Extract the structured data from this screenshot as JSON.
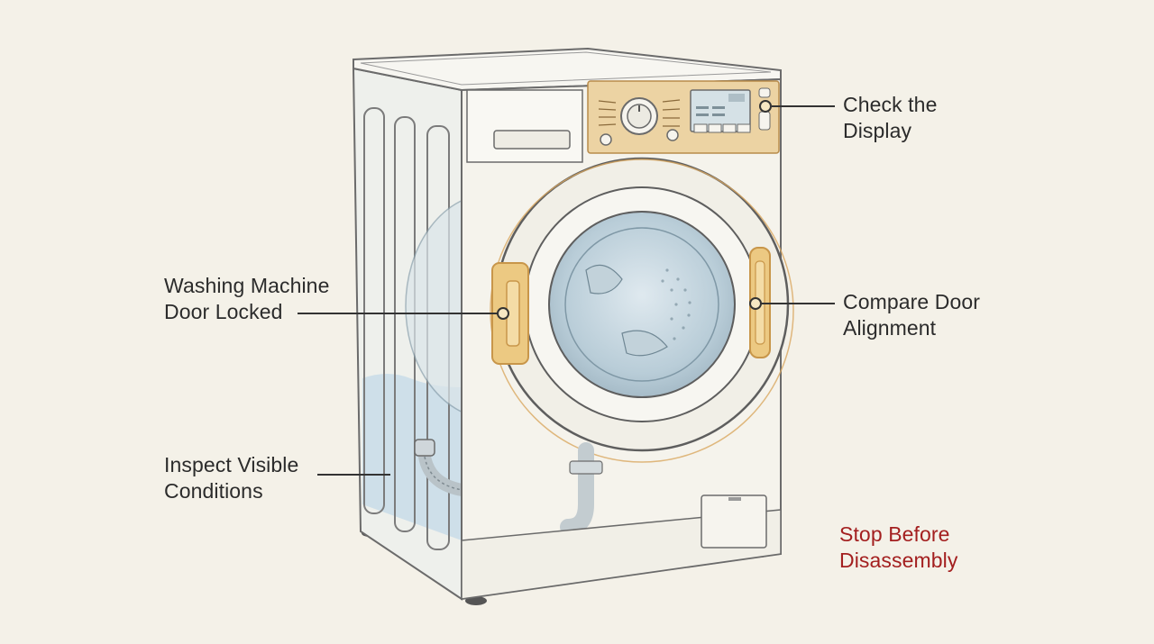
{
  "colors": {
    "background": "#f4f1e8",
    "outline": "#6b6b6b",
    "accent": "#e8c98a",
    "accent_stroke": "#c8964a",
    "water": "#c6dbe8",
    "warning": "#a31f1f",
    "label_text": "#2b2b2b"
  },
  "callouts": {
    "display": {
      "line1": "Check the",
      "line2": "Display"
    },
    "door_lock": {
      "line1": "Washing Machine",
      "line2": "Door Locked"
    },
    "alignment": {
      "line1": "Compare Door",
      "line2": "Alignment"
    },
    "inspect": {
      "line1": "Inspect Visible",
      "line2": "Conditions"
    },
    "stop": {
      "line1": "Stop Before",
      "line2": "Disassembly"
    }
  },
  "icons": [
    "program-dial-icon",
    "power-button-icon",
    "start-button-icon",
    "hinge-icon",
    "door-latch-icon"
  ]
}
